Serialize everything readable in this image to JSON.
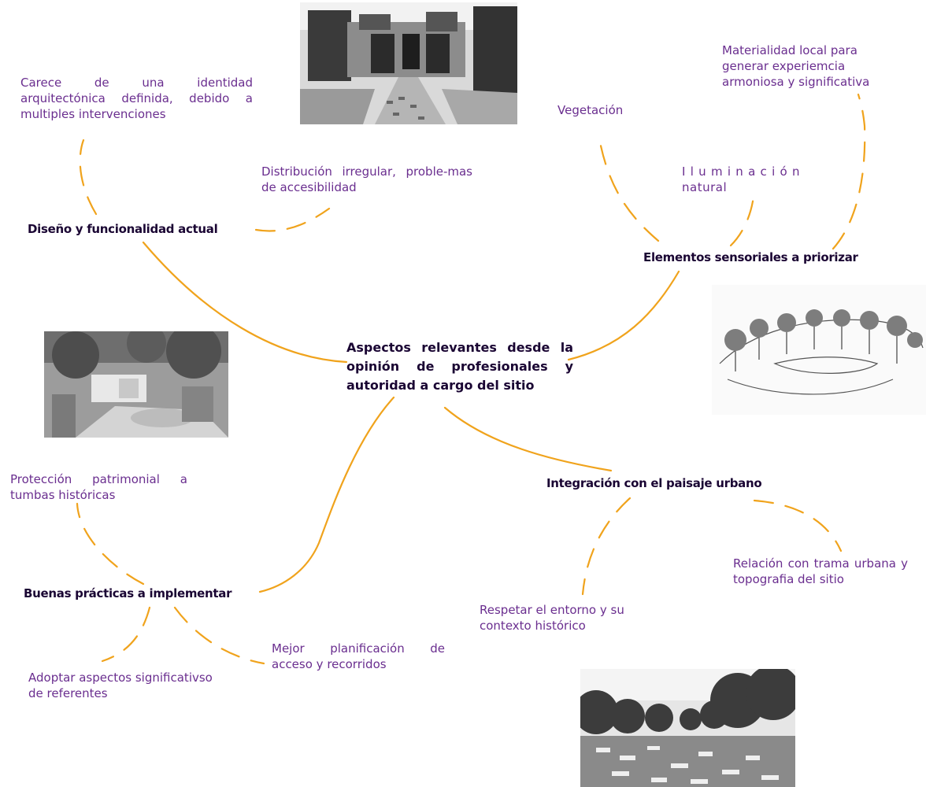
{
  "colors": {
    "connector": "#f0a31c",
    "main_text": "#1a0533",
    "leaf_text": "#6a2e8f"
  },
  "central": "Aspectos relevantes desde la opinión de profesionales y autoridad a cargo del sitio",
  "branches": {
    "diseno": {
      "title": "Diseño y funcionalidad actual",
      "items": [
        "Carece de una identidad arquitectónica definida, debido a multiples intervenciones",
        "Distribución irregular, proble-mas de accesibilidad"
      ]
    },
    "sensoriales": {
      "title": "Elementos sensoriales a priorizar",
      "items": [
        "Vegetación",
        "I l u m i n a c i ó n natural",
        "Materialidad local para generar experiemcia armoniosa y significativa"
      ]
    },
    "buenas": {
      "title": "Buenas prácticas a implementar",
      "items": [
        "Protección patrimonial a tumbas históricas",
        "Adoptar aspectos significativso de referentes",
        "Mejor planificación de acceso y recorridos"
      ]
    },
    "integracion": {
      "title": "Integración con el paisaje urbano",
      "items": [
        "Respetar el entorno y su contexto histórico",
        "Relación con trama urbana y topografia del sitio"
      ]
    }
  }
}
